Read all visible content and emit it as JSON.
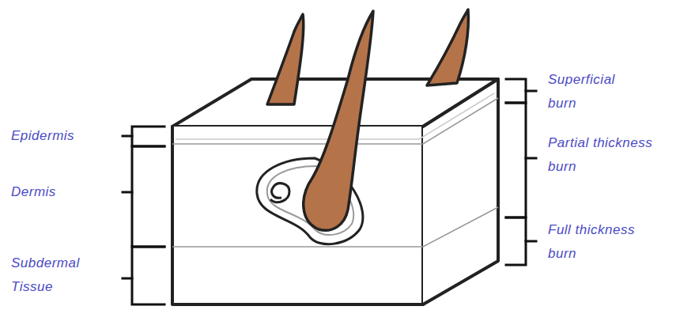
{
  "diagram": {
    "labels": [
      "Superficial burn",
      "Epidermis",
      "Partial thickness burn",
      "Dermis",
      "Full thickness burn",
      "Subdermal Tissue"
    ]
  }
}
